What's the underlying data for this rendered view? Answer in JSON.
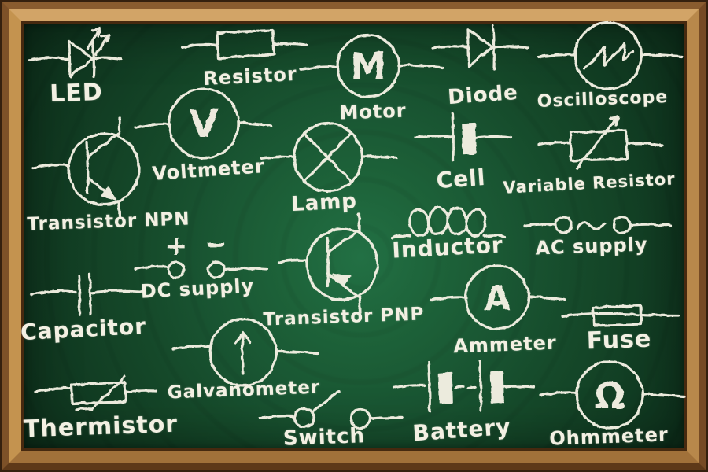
{
  "board": {
    "description": "chalkboard of electrical circuit symbols",
    "colors": {
      "chalk": "#f3f0e3",
      "board_green_center": "#227044",
      "board_green_edge": "#0d301b",
      "frame_light": "#d2a467",
      "frame_mid": "#b8884b",
      "frame_dark": "#5e3919"
    },
    "items": [
      {
        "id": "led",
        "label": "LED",
        "symbol": "diode-triangle-with-two-emitting-arrows"
      },
      {
        "id": "resistor",
        "label": "Resistor",
        "symbol": "rectangle-with-leads"
      },
      {
        "id": "motor",
        "label": "Motor",
        "letter": "M",
        "symbol": "circle-letter-m"
      },
      {
        "id": "diode",
        "label": "Diode",
        "symbol": "triangle-with-bar"
      },
      {
        "id": "oscilloscope",
        "label": "Oscilloscope",
        "symbol": "circle-with-sawtooth-wave"
      },
      {
        "id": "voltmeter",
        "label": "Voltmeter",
        "letter": "V",
        "symbol": "circle-letter-v"
      },
      {
        "id": "lamp",
        "label": "Lamp",
        "symbol": "circle-with-cross"
      },
      {
        "id": "cell",
        "label": "Cell",
        "symbol": "long-thin-and-short-thick-plate"
      },
      {
        "id": "variable-resistor",
        "label": "Variable Resistor",
        "symbol": "rectangle-with-diagonal-arrow"
      },
      {
        "id": "transistor-npn",
        "label": "Transistor NPN",
        "symbol": "circle-transistor-arrow-out"
      },
      {
        "id": "inductor",
        "label": "Inductor",
        "symbol": "coil-loops"
      },
      {
        "id": "ac-supply",
        "label": "AC supply",
        "symbol": "two-terminals-with-tilde"
      },
      {
        "id": "dc-supply",
        "label": "DC supply",
        "plus": "+",
        "minus": "−",
        "symbol": "two-terminals-plus-minus"
      },
      {
        "id": "transistor-pnp",
        "label": "Transistor PNP",
        "symbol": "circle-transistor-arrow-in"
      },
      {
        "id": "capacitor",
        "label": "Capacitor",
        "symbol": "two-parallel-plates"
      },
      {
        "id": "ammeter",
        "label": "Ammeter",
        "letter": "A",
        "symbol": "circle-letter-a"
      },
      {
        "id": "fuse",
        "label": "Fuse",
        "symbol": "rectangle-with-line-through"
      },
      {
        "id": "galvanometer",
        "label": "Galvanometer",
        "symbol": "circle-with-up-arrow"
      },
      {
        "id": "thermistor",
        "label": "Thermistor",
        "symbol": "rectangle-with-bent-diagonal"
      },
      {
        "id": "switch",
        "label": "Switch",
        "symbol": "two-contacts-open-lever"
      },
      {
        "id": "battery",
        "label": "Battery",
        "symbol": "two-cells-dashed-link"
      },
      {
        "id": "ohmmeter",
        "label": "Ohmmeter",
        "letter": "Ω",
        "symbol": "circle-letter-omega"
      }
    ]
  }
}
